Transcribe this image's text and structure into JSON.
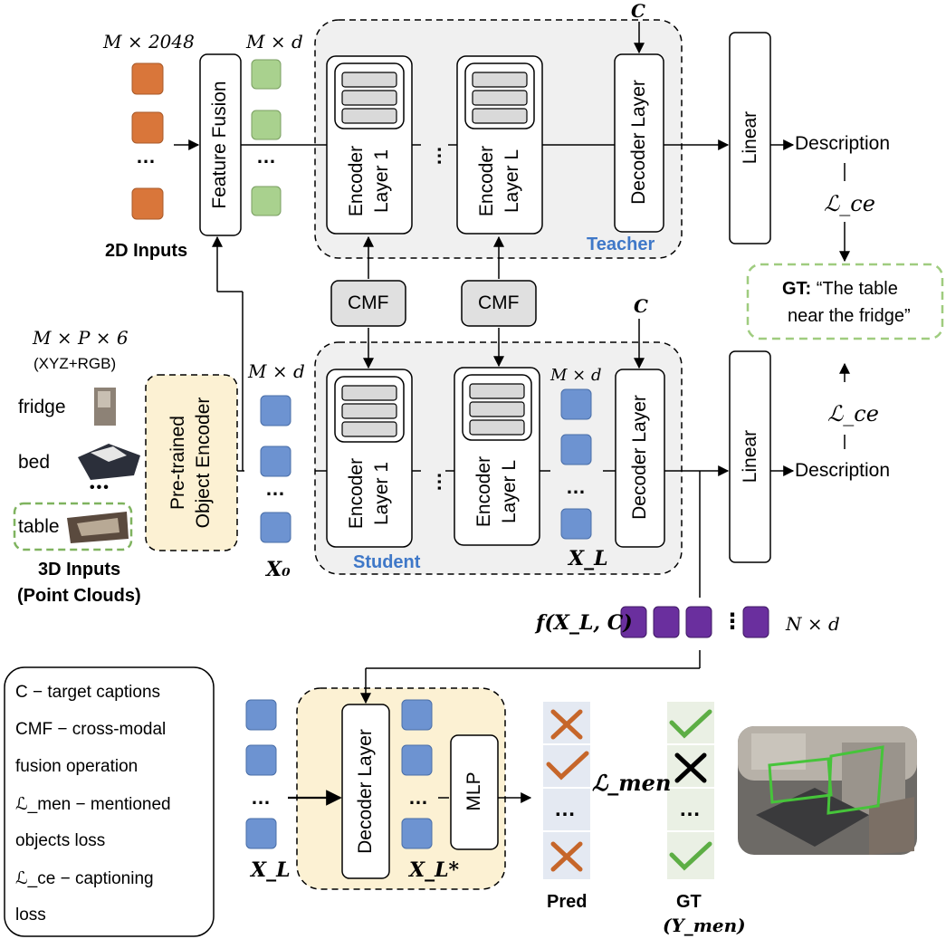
{
  "inputs_2d": {
    "dim": "M × 2048",
    "dots": "…",
    "caption": "2D Inputs",
    "feature_fusion": "Feature Fusion",
    "fused_dim": "M × d"
  },
  "inputs_3d": {
    "dim": "M × P × 6",
    "channels": "(XYZ+RGB)",
    "objects": [
      "fridge",
      "bed",
      "table"
    ],
    "dots": "•••",
    "caption_line1": "3D Inputs",
    "caption_line2": "(Point Clouds)",
    "encoder_line1": "Pre-trained",
    "encoder_line2": "Object Encoder",
    "feature_dim": "M × d",
    "x0": "X₀"
  },
  "teacher": {
    "label": "Teacher",
    "encoder1_line1": "Encoder",
    "encoder1_line2": "Layer 1",
    "encoderL_line1": "Encoder",
    "encoderL_line2": "Layer L",
    "dots": "…",
    "decoder": "Decoder Layer",
    "c": "C",
    "linear": "Linear",
    "description": "Description"
  },
  "cmf": [
    "CMF",
    "CMF"
  ],
  "student": {
    "label": "Student",
    "encoder1_line1": "Encoder",
    "encoder1_line2": "Layer 1",
    "encoderL_line1": "Encoder",
    "encoderL_line2": "Layer L",
    "dots": "…",
    "decoder": "Decoder Layer",
    "c": "C",
    "xl_dim": "M × d",
    "xl": "X_L",
    "linear": "Linear",
    "description": "Description"
  },
  "loss_ce_top": "ℒ_ce",
  "loss_ce_bottom": "ℒ_ce",
  "gt_box": {
    "prefix": "GT:",
    "line1": "“The table",
    "line2": "near the fridge”"
  },
  "f_output": {
    "label": "f(X_L, C)",
    "dots": "⋮",
    "dim": "N × d"
  },
  "legend": [
    "C  − target captions",
    "CMF − cross-modal",
    "fusion operation",
    "ℒ_men − mentioned",
    "objects loss",
    "ℒ_ce  −  captioning",
    "loss"
  ],
  "bottom": {
    "xl": "X_L",
    "xl_star": "X_L*",
    "decoder": "Decoder Layer",
    "mlp": "MLP",
    "dots": "…",
    "loss_men": "ℒ_men",
    "pred_label": "Pred",
    "gt_label": "GT",
    "gt_sub": "(Y_men)",
    "pred_marks": [
      "✗",
      "✓",
      "…",
      "✗"
    ],
    "gt_marks": [
      "✓",
      "✗",
      "…",
      "✓"
    ]
  },
  "colors": {
    "orange": "#d9763a",
    "green": "#a9d18e",
    "blue": "#6d93d1",
    "purple": "#6a2f9e",
    "teacher_blue": "#3f78c8",
    "yellow_bg": "#fcf1d3",
    "gray_bg": "#f0f0f0",
    "cmf_bg": "#e0e0e0",
    "gt_border": "#9fcc7f",
    "check_green": "#5dae45",
    "cross_orange": "#c6662a"
  }
}
